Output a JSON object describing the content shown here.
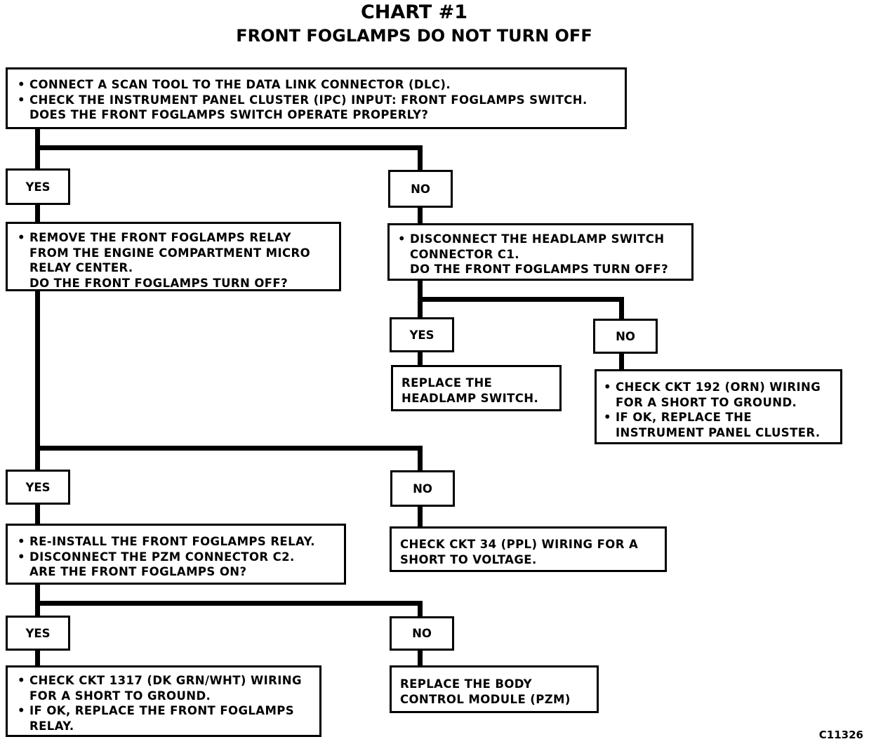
{
  "header": {
    "title": "CHART #1",
    "subtitle": "FRONT FOGLAMPS DO NOT TURN OFF"
  },
  "labels": {
    "yes": "YES",
    "no": "NO"
  },
  "steps": {
    "start": {
      "lines": [
        {
          "bullet": true,
          "text": "CONNECT A SCAN TOOL TO THE DATA LINK CONNECTOR (DLC)."
        },
        {
          "bullet": true,
          "text": "CHECK THE INSTRUMENT PANEL CLUSTER (IPC) INPUT: FRONT FOGLAMPS SWITCH."
        },
        {
          "bullet": false,
          "text": "DOES THE FRONT FOGLAMPS SWITCH OPERATE PROPERLY?"
        }
      ]
    },
    "remove_relay": {
      "lines": [
        {
          "bullet": true,
          "text": "REMOVE THE FRONT FOGLAMPS RELAY"
        },
        {
          "bullet": false,
          "text": "FROM THE ENGINE COMPARTMENT MICRO"
        },
        {
          "bullet": false,
          "text": "RELAY CENTER."
        },
        {
          "bullet": false,
          "text": "DO THE FRONT FOGLAMPS TURN OFF?"
        }
      ]
    },
    "disconnect_headlamp": {
      "lines": [
        {
          "bullet": true,
          "text": "DISCONNECT THE HEADLAMP SWITCH"
        },
        {
          "bullet": false,
          "text": "CONNECTOR C1."
        },
        {
          "bullet": false,
          "text": "DO THE FRONT FOGLAMPS TURN OFF?"
        }
      ]
    },
    "replace_headlamp": {
      "lines": [
        {
          "bullet": false,
          "text": "REPLACE THE"
        },
        {
          "bullet": false,
          "text": "HEADLAMP SWITCH."
        }
      ]
    },
    "check_ckt192": {
      "lines": [
        {
          "bullet": true,
          "text": "CHECK CKT 192 (ORN) WIRING"
        },
        {
          "bullet": false,
          "text": "FOR A SHORT TO GROUND."
        },
        {
          "bullet": true,
          "text": "IF OK, REPLACE THE"
        },
        {
          "bullet": false,
          "text": "INSTRUMENT PANEL CLUSTER."
        }
      ]
    },
    "reinstall_relay": {
      "lines": [
        {
          "bullet": true,
          "text": "RE-INSTALL THE FRONT FOGLAMPS RELAY."
        },
        {
          "bullet": true,
          "text": "DISCONNECT THE PZM CONNECTOR C2."
        },
        {
          "bullet": false,
          "text": "ARE THE FRONT FOGLAMPS ON?"
        }
      ]
    },
    "check_ckt34": {
      "lines": [
        {
          "bullet": false,
          "text": "CHECK CKT 34 (PPL) WIRING FOR A"
        },
        {
          "bullet": false,
          "text": "SHORT TO VOLTAGE."
        }
      ]
    },
    "check_ckt1317": {
      "lines": [
        {
          "bullet": true,
          "text": "CHECK CKT 1317 (DK GRN/WHT) WIRING"
        },
        {
          "bullet": false,
          "text": "FOR A SHORT TO GROUND."
        },
        {
          "bullet": true,
          "text": "IF OK, REPLACE THE FRONT FOGLAMPS"
        },
        {
          "bullet": false,
          "text": "RELAY."
        }
      ]
    },
    "replace_bcm": {
      "lines": [
        {
          "bullet": false,
          "text": "REPLACE THE BODY"
        },
        {
          "bullet": false,
          "text": "CONTROL MODULE (PZM)"
        }
      ]
    }
  },
  "figure_code": "C11326"
}
